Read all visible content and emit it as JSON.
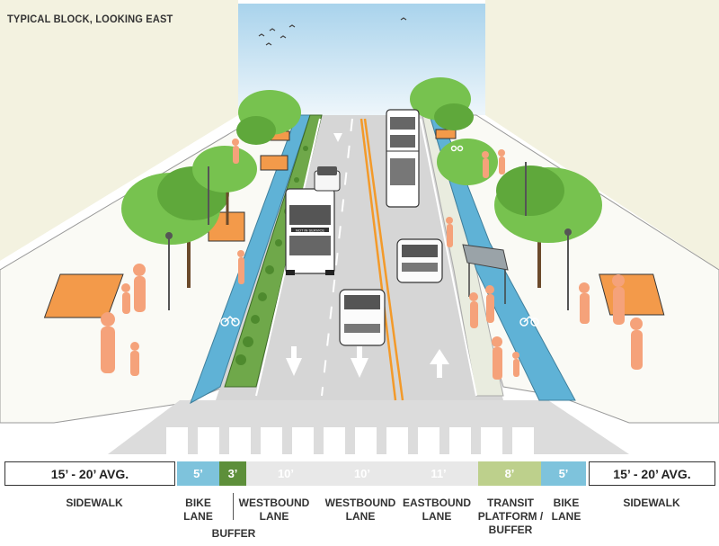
{
  "title": "TYPICAL BLOCK, LOOKING EAST",
  "bus_sign": "NOT IN SERVICE",
  "colors": {
    "sidewalk": "#ffffff",
    "bike": "#7ec3dc",
    "buffer": "#5d8f3a",
    "lane": "#e8e8e8",
    "transit": "#bdd08c",
    "people": "#f5a27a",
    "tree_pit": "#f39a4a"
  },
  "segments": [
    {
      "id": "sidewalk-left",
      "dim": "15’ - 20’ AVG.",
      "label": "SIDEWALK"
    },
    {
      "id": "bike-lane-left",
      "dim": "5’",
      "label": "BIKE LANE"
    },
    {
      "id": "buffer",
      "dim": "3’",
      "label": "BUFFER"
    },
    {
      "id": "westbound-lane-1",
      "dim": "10’",
      "label": "WESTBOUND LANE"
    },
    {
      "id": "westbound-lane-2",
      "dim": "10’",
      "label": "WESTBOUND LANE"
    },
    {
      "id": "eastbound-lane",
      "dim": "11’",
      "label": "EASTBOUND LANE"
    },
    {
      "id": "transit-platform",
      "dim": "8’",
      "label": "TRANSIT PLATFORM / BUFFER"
    },
    {
      "id": "bike-lane-right",
      "dim": "5’",
      "label": "BIKE LANE"
    },
    {
      "id": "sidewalk-right",
      "dim": "15’ - 20’ AVG.",
      "label": "SIDEWALK"
    }
  ]
}
